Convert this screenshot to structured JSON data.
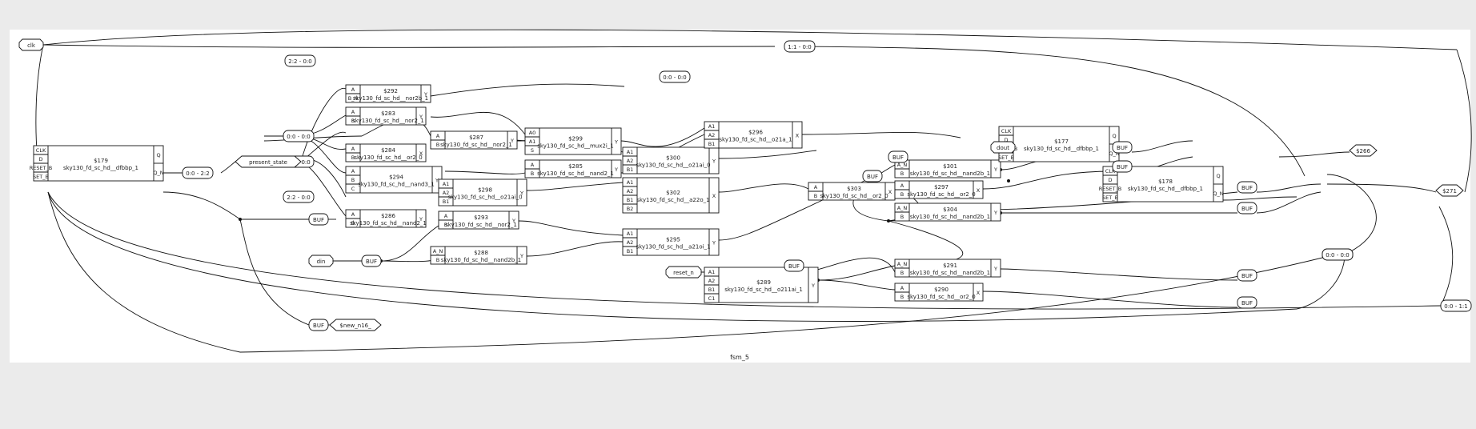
{
  "diagram": {
    "title": "fsm_5",
    "inputs": [
      {
        "id": "clk",
        "label": "clk"
      },
      {
        "id": "din",
        "label": "din"
      },
      {
        "id": "reset_n",
        "label": "reset_n"
      }
    ],
    "outputs": [
      {
        "id": "dout",
        "label": "dout"
      }
    ],
    "nodes": [
      {
        "id": "present_state",
        "label": "present_state",
        "kind": "diamond"
      },
      {
        "id": "n266",
        "label": "$266",
        "kind": "diamond"
      },
      {
        "id": "n271",
        "label": "$271",
        "kind": "diamond"
      },
      {
        "id": "new_n16",
        "label": "$new_n16_",
        "kind": "diamond"
      }
    ],
    "slices": [
      {
        "id": "s22a",
        "label": "2:2 - 0:0"
      },
      {
        "id": "s11",
        "label": "1:1 - 0:0"
      },
      {
        "id": "s00a",
        "label": "0:0 - 0:0"
      },
      {
        "id": "s00b",
        "label": "0:0 - 0:0"
      },
      {
        "id": "s11b",
        "label": "1:1 - 0:0"
      },
      {
        "id": "s22b",
        "label": "2:2 - 0:0"
      },
      {
        "id": "s002",
        "label": "0:0 - 2:2"
      },
      {
        "id": "s00c",
        "label": "0:0 - 0:0"
      },
      {
        "id": "s001",
        "label": "0:0 - 1:1"
      },
      {
        "id": "s00d",
        "label": "0:0 - 0:0"
      }
    ],
    "buffers": [
      {
        "id": "buf1",
        "label": "BUF"
      },
      {
        "id": "buf2",
        "label": "BUF"
      },
      {
        "id": "buf3",
        "label": "BUF"
      },
      {
        "id": "buf4",
        "label": "BUF"
      },
      {
        "id": "buf5",
        "label": "BUF"
      },
      {
        "id": "buf6",
        "label": "BUF"
      },
      {
        "id": "buf7",
        "label": "BUF"
      },
      {
        "id": "buf8",
        "label": "BUF"
      },
      {
        "id": "buf9",
        "label": "BUF"
      },
      {
        "id": "buf10",
        "label": "BUF"
      },
      {
        "id": "buf11",
        "label": "BUF"
      },
      {
        "id": "buf12",
        "label": "BUF"
      }
    ],
    "cells": [
      {
        "id": "c179",
        "name": "$179",
        "type": "sky130_fd_sc_hd__dfbbp_1",
        "inputs": [
          "CLK",
          "D",
          "RESET_B",
          "SET_B"
        ],
        "outputs": [
          "Q",
          "Q_N"
        ]
      },
      {
        "id": "c292",
        "name": "$292",
        "type": "sky130_fd_sc_hd__nor2b_1",
        "inputs": [
          "A",
          "B_N"
        ],
        "outputs": [
          "Y"
        ]
      },
      {
        "id": "c283",
        "name": "$283",
        "type": "sky130_fd_sc_hd__nor2_1",
        "inputs": [
          "A",
          "B"
        ],
        "outputs": [
          "Y"
        ]
      },
      {
        "id": "c284",
        "name": "$284",
        "type": "sky130_fd_sc_hd__or2_0",
        "inputs": [
          "A",
          "B"
        ],
        "outputs": [
          "X"
        ]
      },
      {
        "id": "c294",
        "name": "$294",
        "type": "sky130_fd_sc_hd__nand3_1",
        "inputs": [
          "A",
          "B",
          "C"
        ],
        "outputs": [
          "Y"
        ]
      },
      {
        "id": "c286",
        "name": "$286",
        "type": "sky130_fd_sc_hd__nand2_1",
        "inputs": [
          "A",
          "B"
        ],
        "outputs": [
          "Y"
        ]
      },
      {
        "id": "c287",
        "name": "$287",
        "type": "sky130_fd_sc_hd__nor2_1",
        "inputs": [
          "A",
          "B"
        ],
        "outputs": [
          "Y"
        ]
      },
      {
        "id": "c298",
        "name": "$298",
        "type": "sky130_fd_sc_hd__o21ai_0",
        "inputs": [
          "A1",
          "A2",
          "B1"
        ],
        "outputs": [
          "Y"
        ]
      },
      {
        "id": "c293",
        "name": "$293",
        "type": "sky130_fd_sc_hd__nor2_1",
        "inputs": [
          "A",
          "B"
        ],
        "outputs": [
          "Y"
        ]
      },
      {
        "id": "c288",
        "name": "$288",
        "type": "sky130_fd_sc_hd__nand2b_1",
        "inputs": [
          "A_N",
          "B"
        ],
        "outputs": [
          "Y"
        ]
      },
      {
        "id": "c299",
        "name": "$299",
        "type": "sky130_fd_sc_hd__mux2i_1",
        "inputs": [
          "A0",
          "A1",
          "S"
        ],
        "outputs": [
          "Y"
        ]
      },
      {
        "id": "c285",
        "name": "$285",
        "type": "sky130_fd_sc_hd__nand2_1",
        "inputs": [
          "A",
          "B"
        ],
        "outputs": [
          "Y"
        ]
      },
      {
        "id": "c300",
        "name": "$300",
        "type": "sky130_fd_sc_hd__o21ai_0",
        "inputs": [
          "A1",
          "A2",
          "B1"
        ],
        "outputs": [
          "Y"
        ]
      },
      {
        "id": "c302",
        "name": "$302",
        "type": "sky130_fd_sc_hd__a22o_1",
        "inputs": [
          "A1",
          "A2",
          "B1",
          "B2"
        ],
        "outputs": [
          "X"
        ]
      },
      {
        "id": "c295",
        "name": "$295",
        "type": "sky130_fd_sc_hd__a21oi_1",
        "inputs": [
          "A1",
          "A2",
          "B1"
        ],
        "outputs": [
          "Y"
        ]
      },
      {
        "id": "c296",
        "name": "$296",
        "type": "sky130_fd_sc_hd__o21a_1",
        "inputs": [
          "A1",
          "A2",
          "B1"
        ],
        "outputs": [
          "X"
        ]
      },
      {
        "id": "c289",
        "name": "$289",
        "type": "sky130_fd_sc_hd__o211ai_1",
        "inputs": [
          "A1",
          "A2",
          "B1",
          "C1"
        ],
        "outputs": [
          "Y"
        ]
      },
      {
        "id": "c301",
        "name": "$301",
        "type": "sky130_fd_sc_hd__nand2b_1",
        "inputs": [
          "A_N",
          "B"
        ],
        "outputs": [
          "Y"
        ]
      },
      {
        "id": "c303",
        "name": "$303",
        "type": "sky130_fd_sc_hd__or2_0",
        "inputs": [
          "A",
          "B"
        ],
        "outputs": [
          "X"
        ]
      },
      {
        "id": "c297",
        "name": "$297",
        "type": "sky130_fd_sc_hd__or2_0",
        "inputs": [
          "A",
          "B"
        ],
        "outputs": [
          "X"
        ]
      },
      {
        "id": "c304",
        "name": "$304",
        "type": "sky130_fd_sc_hd__nand2b_1",
        "inputs": [
          "A_N",
          "B"
        ],
        "outputs": [
          "Y"
        ]
      },
      {
        "id": "c291",
        "name": "$291",
        "type": "sky130_fd_sc_hd__nand2b_1",
        "inputs": [
          "A_N",
          "B"
        ],
        "outputs": [
          "Y"
        ]
      },
      {
        "id": "c290",
        "name": "$290",
        "type": "sky130_fd_sc_hd__or2_0",
        "inputs": [
          "A",
          "B"
        ],
        "outputs": [
          "X"
        ]
      },
      {
        "id": "c177",
        "name": "$177",
        "type": "sky130_fd_sc_hd__dfbbp_1",
        "inputs": [
          "CLK",
          "D",
          "RESET_B",
          "SET_B"
        ],
        "outputs": [
          "Q",
          "Q_N"
        ]
      },
      {
        "id": "c178",
        "name": "$178",
        "type": "sky130_fd_sc_hd__dfbbp_1",
        "inputs": [
          "CLK",
          "D",
          "RESET_B",
          "SET_B"
        ],
        "outputs": [
          "Q",
          "Q_N"
        ]
      }
    ]
  }
}
